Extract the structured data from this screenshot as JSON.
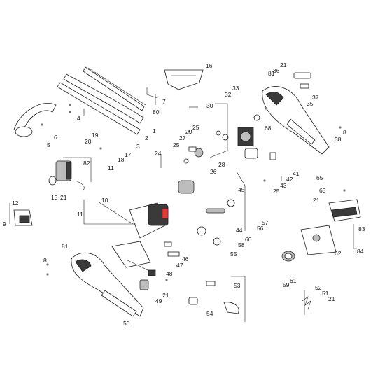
{
  "diagram": {
    "colors": {
      "line": "#1b1b1b",
      "accent": "#e23b3b",
      "body": "#ffffff",
      "shade": "#3a3a3a"
    },
    "labels": [
      "16",
      "80",
      "7",
      "1",
      "2",
      "3",
      "4",
      "5",
      "6",
      "19",
      "20",
      "17",
      "18",
      "11",
      "82",
      "13",
      "21",
      "12",
      "9",
      "24",
      "29",
      "27",
      "25",
      "28",
      "26",
      "30",
      "25",
      "33",
      "32",
      "68",
      "81",
      "21",
      "36",
      "37",
      "35",
      "8",
      "38",
      "10",
      "11",
      "41",
      "42",
      "43",
      "25",
      "45",
      "65",
      "63",
      "21",
      "83",
      "57",
      "56",
      "44",
      "62",
      "84",
      "55",
      "58",
      "60",
      "46",
      "47",
      "48",
      "59",
      "61",
      "53",
      "8",
      "81",
      "21",
      "49",
      "54",
      "50",
      "52",
      "51",
      "21"
    ]
  }
}
